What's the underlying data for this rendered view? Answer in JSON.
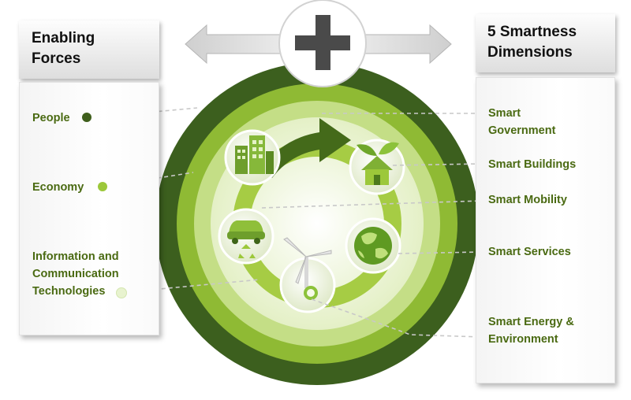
{
  "left_header": {
    "line1": "Enabling",
    "line2": "Forces"
  },
  "right_header": {
    "line1": "5 Smartness",
    "line2": "Dimensions"
  },
  "enabling_forces": [
    {
      "lines": [
        "People"
      ],
      "dot_color": "#3f5f1c"
    },
    {
      "lines": [
        "Economy"
      ],
      "dot_color": "#9cc83a"
    },
    {
      "lines": [
        "Information and",
        "Communication",
        "Technologies"
      ],
      "dot_color": "#e8f3cf"
    }
  ],
  "dimensions": [
    {
      "lines": [
        "Smart",
        "Government"
      ]
    },
    {
      "lines": [
        "Smart Buildings"
      ]
    },
    {
      "lines": [
        "Smart Mobility"
      ]
    },
    {
      "lines": [
        "Smart Services"
      ]
    },
    {
      "lines": [
        "Smart Energy &",
        "Environment"
      ]
    }
  ],
  "colors": {
    "ring_outer": "#3c5f1e",
    "ring_mid": "#8fba34",
    "ring_inner": "#c4de86",
    "center": "#eef6dc",
    "cycle": "#a6cc44",
    "arrow_dark": "#446a1a",
    "label": "#4a6a12"
  },
  "icons": [
    "plus-icon",
    "buildings-icon",
    "green-house-icon",
    "car-recycle-icon",
    "wind-turbine-icon",
    "globe-icon"
  ]
}
